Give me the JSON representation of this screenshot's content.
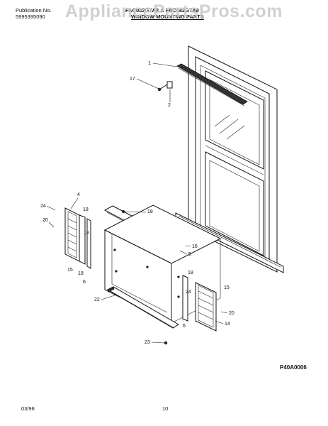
{
  "header": {
    "publication_label": "Publication No.",
    "publication_number": "5995395090",
    "model_numbers": "FAC082G7A3 & FAC082G7A8",
    "section_title": "WINDOW MOUNTING PARTS"
  },
  "watermark": "AppliancePartsPros.com",
  "diagram_ref": "P40A0006",
  "footer": {
    "date": "03/98",
    "page": "10"
  },
  "callouts": {
    "c1": "1",
    "c17": "17",
    "c2": "2",
    "c24a": "24",
    "c4": "4",
    "c20a": "20",
    "c18a": "18",
    "c15a": "15",
    "c18b": "18",
    "c6": "6",
    "c18c": "18",
    "c16": "16",
    "c5": "5",
    "c22": "22",
    "c23": "23",
    "c18d": "18",
    "c24b": "24",
    "c15b": "15",
    "c20b": "20",
    "c14": "14",
    "c18e": "18",
    "c6b": "6"
  }
}
